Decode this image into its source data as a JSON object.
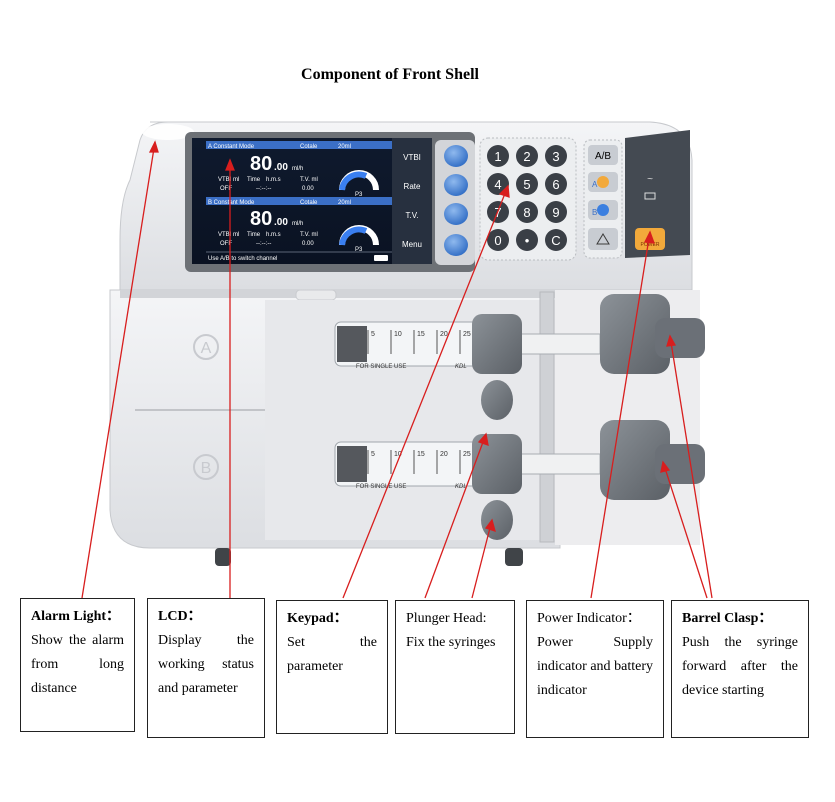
{
  "title": "Component of Front Shell",
  "lcd": {
    "channel_a": {
      "mode": "A Constant Mode",
      "drug": "Cotale",
      "volume": "20ml",
      "rate": "80",
      "rate_dec": ".00",
      "rate_unit": "ml/h",
      "vtbi_label": "VTBI ml",
      "vtbi_value": "OFF",
      "time_label": "Time",
      "time_unit": "h.m.s",
      "time_value": "--:--:--",
      "tv_label": "T.V. ml",
      "tv_value": "0.00",
      "pressure": "P3"
    },
    "channel_b": {
      "mode": "B Constant Mode",
      "drug": "Cotale",
      "volume": "20ml",
      "rate": "80",
      "rate_dec": ".00",
      "rate_unit": "ml/h",
      "vtbi_label": "VTBI ml",
      "vtbi_value": "OFF",
      "time_label": "Time",
      "time_unit": "h.m.s",
      "time_value": "--:--:--",
      "tv_label": "T.V. ml",
      "tv_value": "0.00",
      "pressure": "P3"
    },
    "footer": "Use A/B to switch channel",
    "softkeys": [
      "VTBI",
      "Rate",
      "T.V.",
      "Menu"
    ]
  },
  "keypad": {
    "digits": [
      "1",
      "2",
      "3",
      "4",
      "5",
      "6",
      "7",
      "8",
      "9",
      "0",
      "•",
      "C"
    ],
    "ab_key": "A/B",
    "start_stop_a": "A",
    "start_stop_b": "B",
    "power_label": "POWER"
  },
  "syringe": {
    "scale": [
      "5",
      "10",
      "15",
      "20",
      "25"
    ],
    "imprint": "FOR SINGLE USE",
    "brand": "KDL"
  },
  "channel_marks": [
    "A",
    "B"
  ],
  "labels": [
    {
      "heading": "Alarm Light：",
      "text": "Show the alarm from long distance"
    },
    {
      "heading": "LCD：",
      "text": "Display the working status and parameter"
    },
    {
      "heading": "Keypad：",
      "text": "Set the parameter"
    },
    {
      "heading": "Plunger Head:",
      "text": "Fix the syringes"
    },
    {
      "heading": "Power Indicator：",
      "text": "Power Supply indicator and battery indicator"
    },
    {
      "heading": "Barrel Clasp：",
      "text": "Push the syringe forward after the device starting"
    }
  ]
}
